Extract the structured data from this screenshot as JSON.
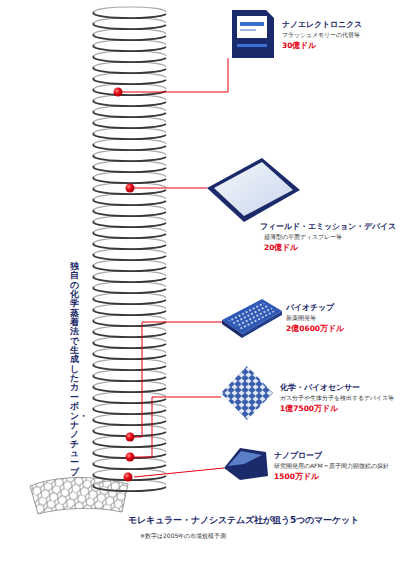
{
  "diagram": {
    "title": "モレキュラー・ナノシステムズ社が狙う5つのマーケット",
    "labels": [
      "独自の化学蒸着法で生成したカーボン・ナノチューブ",
      "ナノエレクトロニクス",
      "フラッシュメモリーの代替等",
      "30億ドル",
      "フィールド・エミッション・デバイス",
      "超薄型の平面ディスプレー等",
      "20億ドル",
      "バイオチップ",
      "新薬開発等",
      "2億0600万ドル",
      "化学・バイオセンサー",
      "ガス分子や生体分子を検出するデバイス等",
      "1億7500万ドル",
      "ナノプローブ",
      "研究開発用のAFM＝原子間力顕微鏡の探針",
      "1500万ドル",
      "※数字は2005年の市場規模予測"
    ]
  }
}
